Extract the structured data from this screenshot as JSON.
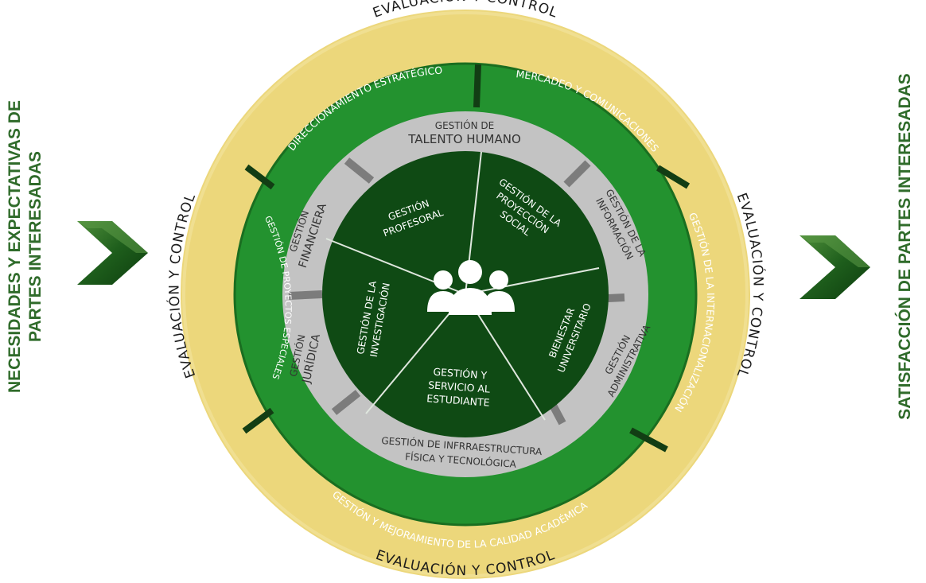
{
  "left_title": [
    "NECESIDADES Y EXPECTATIVAS DE",
    "PARTES INTERESADAS"
  ],
  "right_title": "SATISFACCIÓN  DE PARTES INTERESADAS",
  "evaluation_labels": {
    "top": "EVALUACIÓN Y CONTROL",
    "bottom": "EVALUACIÓN Y CONTROL",
    "left": "EVALUACIÓN Y CONTROL",
    "right": "EVALUACIÓN Y CONTROL"
  },
  "strategic_processes": {
    "top_left": "DIRECCIONAMIENTO ESTRATÉGICO",
    "top_right": "MERCADEO Y COMUNICACIONES",
    "right": "GESTIÓN DE LA INTERNACIONALIZACIÓN",
    "bottom": "GESTIÓN Y MEJORAMIENTO DE LA CALIDAD ACADÉMICA",
    "left": "GESTIÓN DE PROYECTOS ESPECIALES"
  },
  "support_processes": {
    "talento": [
      "GESTIÓN DE",
      "TALENTO HUMANO"
    ],
    "informacion": [
      "GESTIÓN DE LA",
      "INFORMACIÓN"
    ],
    "administrativa": [
      "GESTIÓN",
      "ADMINISTRATIVA"
    ],
    "infraestructura": [
      "GESTIÓN DE  INFRRAESTRUCTURA",
      "FÍSICA Y TECNOLÓGICA"
    ],
    "juridica": [
      "GESTIÓN",
      "JURÍDICA"
    ],
    "financiera": [
      "GESTIÓN",
      "FINANCIERA"
    ]
  },
  "core_processes": {
    "profesoral": [
      "GESTIÓN",
      "PROFESORAL"
    ],
    "proyeccion": [
      "GESTIÓN DE LA",
      "PROYECCIÓN",
      "SOCIAL"
    ],
    "bienestar": [
      "BIENESTAR",
      "UNIVERSITARIO"
    ],
    "estudiante": [
      "GESTIÓN Y",
      "SERVICIO AL",
      "ESTUDIANTE"
    ],
    "investigacion": [
      "GESTIÓN DE LA",
      "INVESTIGACIÓN"
    ]
  },
  "center_icon": "people-group-icon",
  "arrow_icon": "chevron-right-icon",
  "colors": {
    "outer_ring": "#ecd77b",
    "green_ring": "#23922f",
    "gray_ring": "#c3c3c3",
    "core": "#0f4a14",
    "title_text": "#2f6b2a"
  }
}
